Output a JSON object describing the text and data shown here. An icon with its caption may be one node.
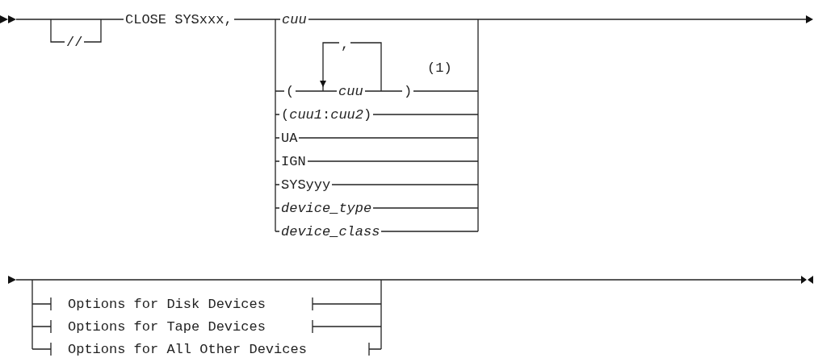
{
  "diagram": {
    "labels": [
      "//",
      "CLOSE SYSxxx,",
      "cuu",
      ",",
      "(",
      "cuu",
      ")",
      "(1)",
      "(*cuu1*:*cuu2*)",
      "UA",
      "IGN",
      "SYSyyy",
      "device_type",
      "device_class",
      "Options for Disk Devices",
      "Options for Tape Devices",
      "Options for All Other Devices"
    ]
  }
}
